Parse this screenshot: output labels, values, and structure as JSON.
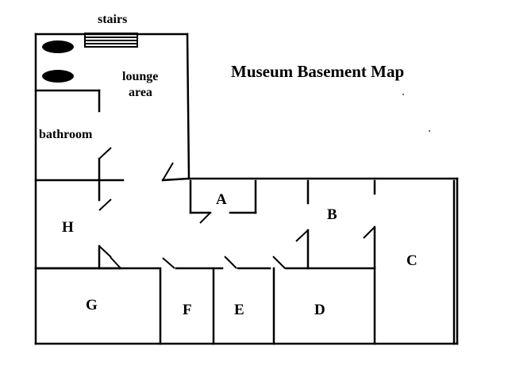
{
  "map": {
    "title": "Museum Basement Map",
    "labels": {
      "stairs": "stairs",
      "lounge_line1": "lounge",
      "lounge_line2": "area",
      "bathroom": "bathroom",
      "room_a": "A",
      "room_b": "B",
      "room_c": "C",
      "room_d": "D",
      "room_e": "E",
      "room_f": "F",
      "room_g": "G",
      "room_h": "H"
    }
  }
}
